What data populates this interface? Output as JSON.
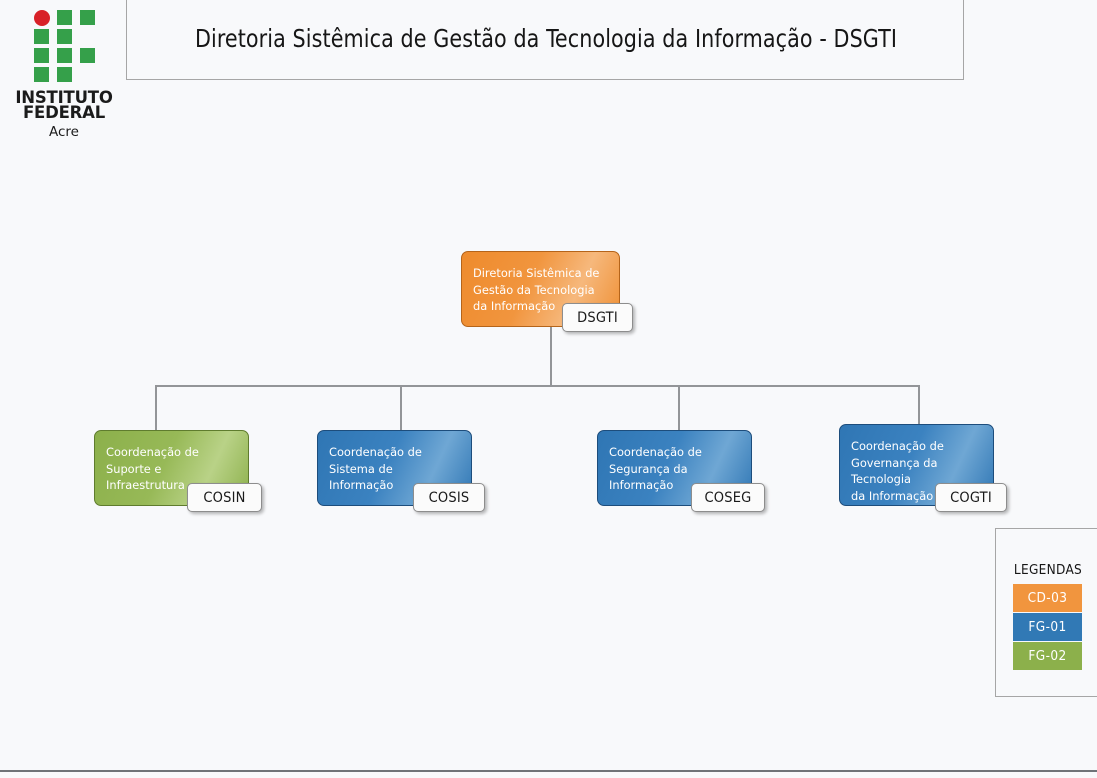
{
  "header": {
    "logo": {
      "icon": "ifac-grid-logo",
      "line1": "INSTITUTO",
      "line2": "FEDERAL",
      "campus": "Acre"
    },
    "title": "Diretoria Sistêmica de Gestão da Tecnologia da Informação - DSGTI"
  },
  "org_chart": {
    "type": "organizational-hierarchy",
    "root": {
      "label": "Diretoria Sistêmica de\nGestão da Tecnologia\nda Informação",
      "acronym": "DSGTI",
      "color": "#f1953e",
      "category": "CD-03"
    },
    "children": [
      {
        "label": "Coordenação de\nSuporte e Infraestrutura",
        "acronym": "COSIN",
        "color": "#97b957",
        "category": "FG-02"
      },
      {
        "label": "Coordenação de\nSistema de Informação",
        "acronym": "COSIS",
        "color": "#3b82c0",
        "category": "FG-01"
      },
      {
        "label": "Coordenação de\nSegurança da Informação",
        "acronym": "COSEG",
        "color": "#3b82c0",
        "category": "FG-01"
      },
      {
        "label": "Coordenação de\nGovernança da Tecnologia\nda Informação",
        "acronym": "COGTI",
        "color": "#3b82c0",
        "category": "FG-01"
      }
    ]
  },
  "legend": {
    "title": "LEGENDAS",
    "items": [
      {
        "label": "CD-03",
        "color": "#f1953e"
      },
      {
        "label": "FG-01",
        "color": "#3179b5"
      },
      {
        "label": "FG-02",
        "color": "#8cb04b"
      }
    ]
  }
}
